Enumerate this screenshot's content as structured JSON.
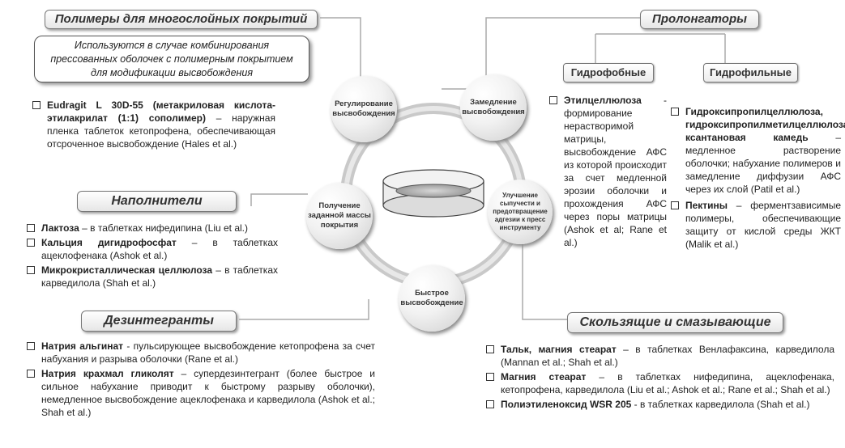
{
  "headers": {
    "polymers": "Полимеры для многослойных покрытий",
    "prolongators": "Пролонгаторы",
    "fillers": "Наполнители",
    "disintegrants": "Дезинтегранты",
    "lubricants": "Скользящие и смазывающие"
  },
  "polymers_note": "Используются в случае комбинирования прессованных оболочек с полимерным покрытием для модификации высвобождения",
  "polymers_items": [
    {
      "bold": "Eudragit L 30D-55 (метакриловая кислота-этилакрилат (1:1) сополимер)",
      "rest": " – наружная пленка таблеток кетопрофена, обеспечивающая отсроченное высвобождение (Hales et al.)"
    }
  ],
  "fillers_items": [
    {
      "bold": "Лактоза",
      "rest": " – в таблетках нифедипина (Liu et al.)"
    },
    {
      "bold": "Кальция дигидрофосфат",
      "rest": " – в таблетках ацеклофенака (Ashok et al.)"
    },
    {
      "bold": "Микрокристаллическая целлюлоза",
      "rest": " – в таблетках карведилола (Shah et al.)"
    }
  ],
  "disintegrants_items": [
    {
      "bold": "Натрия альгинат",
      "rest": " - пульсирующее высвобождение кетопрофена за счет набухания и разрыва оболочки (Rane et al.)"
    },
    {
      "bold": "Натрия крахмал гликолят",
      "rest": " – супердезинтегрант (более быстрое и сильное набухание приводит к быстрому разрыву оболочки), немедленное высвобождение ацеклофенака и карведилола (Ashok et al.; Shah et al.)"
    }
  ],
  "hydrophobic": {
    "label": "Гидрофобные",
    "items": [
      {
        "bold": "Этилцеллюлоза",
        "rest": " - формирование нерастворимой матрицы, высвобождение АФС из которой происходит за счет медленной эрозии оболочки и прохождения АФС через поры матрицы (Ashok et al; Rane et al.)"
      }
    ]
  },
  "hydrophilic": {
    "label": "Гидрофильные",
    "items": [
      {
        "bold": "Гидроксипропилцеллюлоза, гидроксипропилметилцеллюлоза, ксантановая камедь",
        "rest": " – медленное растворение оболочки; набухание полимеров и замедление диффузии АФС через их слой (Patil et al.)"
      },
      {
        "bold": "Пектины",
        "rest": " – ферментзависимые полимеры, обеспечивающие защиту от кислой среды ЖКТ (Malik et al.)"
      }
    ]
  },
  "lubricants_items": [
    {
      "bold": "Тальк, магния стеарат",
      "rest": " – в таблетках Венлафаксина, карведилола (Mannan et al.; Shah et al.)"
    },
    {
      "bold": "Магния стеарат",
      "rest": " – в таблетках нифедипина, ацеклофенака, кетопрофена, карведилола (Liu et al.; Ashok et al.; Rane et al.; Shah et al.)"
    },
    {
      "bold": "Полиэтиленоксид WSR 205",
      "rest": " - в таблетках карведилола (Shah et al.)"
    }
  ],
  "cycle": {
    "regulation": "Регулирование высвобождения",
    "slowdown": "Замедление высвобождения",
    "improvement": "Улучшение сыпучести и предотвращение адгезии к пресс инструменту",
    "fast": "Быстрое высвобождение",
    "mass": "Получение заданной массы покрытия"
  }
}
